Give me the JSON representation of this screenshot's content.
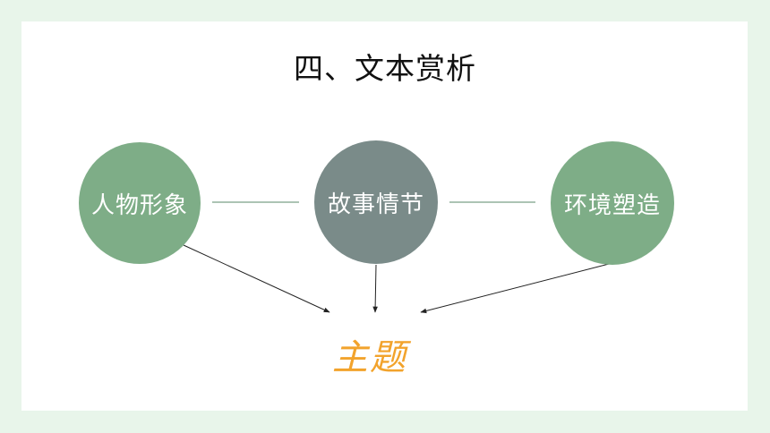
{
  "slide": {
    "title": "四、文本赏析"
  },
  "diagram": {
    "nodes": [
      {
        "id": "character",
        "label": "人物形象",
        "color": "#7ead87"
      },
      {
        "id": "plot",
        "label": "故事情节",
        "color": "#7a8b89"
      },
      {
        "id": "setting",
        "label": "环境塑造",
        "color": "#7ead87"
      }
    ],
    "target": {
      "label": "主题",
      "color": "#f2a32c"
    },
    "edges": [
      {
        "from": "character",
        "to": "plot",
        "type": "line"
      },
      {
        "from": "plot",
        "to": "setting",
        "type": "line"
      },
      {
        "from": "character",
        "to": "target",
        "type": "arrow"
      },
      {
        "from": "plot",
        "to": "target",
        "type": "arrow"
      },
      {
        "from": "setting",
        "to": "target",
        "type": "arrow"
      }
    ],
    "line_color": "#5a8a6a",
    "arrow_color": "#222222"
  }
}
